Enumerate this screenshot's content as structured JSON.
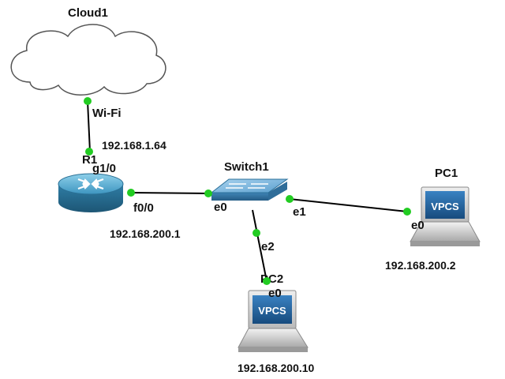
{
  "topology": {
    "nodes": {
      "cloud": {
        "name": "Cloud1",
        "type": "cloud"
      },
      "router": {
        "name": "R1",
        "type": "router"
      },
      "switch": {
        "name": "Switch1",
        "type": "ethernet-switch"
      },
      "pc1": {
        "name": "PC1",
        "type": "vpcs",
        "screen_text": "VPCS"
      },
      "pc2": {
        "name": "PC2",
        "type": "vpcs",
        "screen_text": "VPCS"
      }
    },
    "links": [
      {
        "from": "Cloud1",
        "to": "R1",
        "from_port": "Wi-Fi",
        "to_port": "g1/0"
      },
      {
        "from": "R1",
        "to": "Switch1",
        "from_port": "f0/0",
        "to_port": "e0"
      },
      {
        "from": "Switch1",
        "to": "PC1",
        "from_port": "e1",
        "to_port": "e0"
      },
      {
        "from": "Switch1",
        "to": "PC2",
        "from_port": "e2",
        "to_port": "e0"
      }
    ],
    "ports": {
      "cloud_wifi": "Wi-Fi",
      "r1_g10": "g1/0",
      "r1_f00": "f0/0",
      "sw_e0": "e0",
      "sw_e1": "e1",
      "sw_e2": "e2",
      "pc1_e0": "e0",
      "pc2_e0": "e0"
    },
    "addresses": {
      "r1_g10": "192.168.1.64",
      "r1_f00": "192.168.200.1",
      "pc1": "192.168.200.2",
      "pc2": "192.168.200.10"
    },
    "colors": {
      "link": "#000000",
      "port_status_up": "#22cc22",
      "router_body": "#3d8bb0",
      "switch_body": "#5aa0cc",
      "pc_body": "#c8c8c8",
      "pc_screen": "#1f5d96"
    }
  }
}
